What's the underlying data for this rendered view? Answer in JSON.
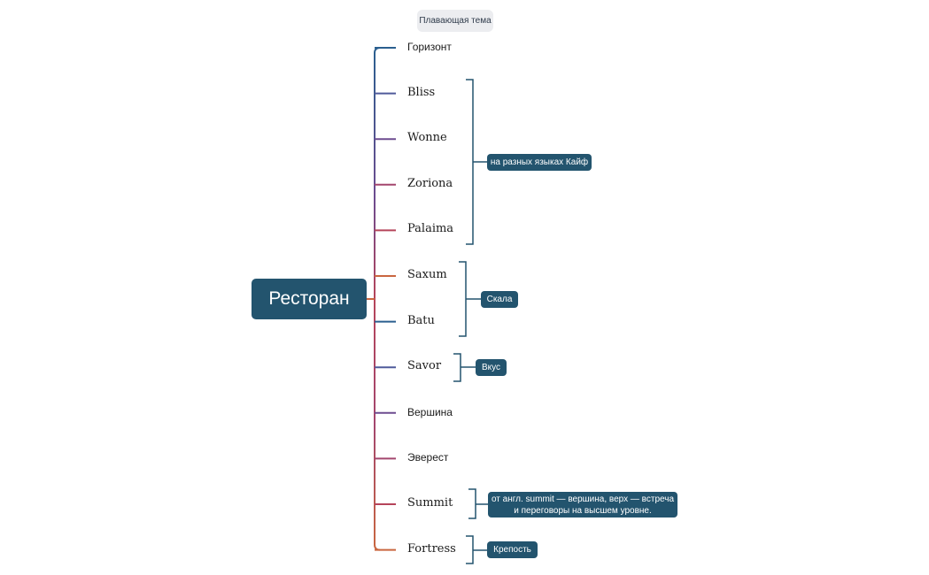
{
  "floating_topic": "Плавающая тема",
  "central": "Ресторан",
  "branches": [
    {
      "id": "gorizont",
      "label": "Горизонт",
      "color": "#2a5f8f",
      "sans": true
    },
    {
      "id": "bliss",
      "label": "Bliss",
      "color": "#4f5a9a"
    },
    {
      "id": "wonne",
      "label": "Wonne",
      "color": "#6d4b8f"
    },
    {
      "id": "zoriona",
      "label": "Zoriona",
      "color": "#a3466e"
    },
    {
      "id": "palaima",
      "label": "Palaima",
      "color": "#b5445a"
    },
    {
      "id": "saxum",
      "label": "Saxum",
      "color": "#c9663f"
    },
    {
      "id": "batu",
      "label": "Batu",
      "color": "#2a5f8f"
    },
    {
      "id": "savor",
      "label": "Savor",
      "color": "#4f5a9a"
    },
    {
      "id": "vershina",
      "label": "Вершина",
      "color": "#6d4b8f",
      "sans": true
    },
    {
      "id": "everest",
      "label": "Эверест",
      "color": "#a3466e",
      "sans": true
    },
    {
      "id": "summit",
      "label": "Summit",
      "color": "#b5445a"
    },
    {
      "id": "fortress",
      "label": "Fortress",
      "color": "#c9663f"
    }
  ],
  "callouts": {
    "languages": "на разных языках Кайф",
    "skala": "Скала",
    "vkus": "Вкус",
    "summit_line1": "от англ. summit — вершина, верх — встреча",
    "summit_line2": "и переговоры на высшем уровне.",
    "krepost": "Крепость"
  },
  "colors": {
    "central_bg": "#23546e",
    "callout_bg": "#23546e",
    "bracket": "#23546e",
    "floating_bg": "#ecedf0"
  }
}
